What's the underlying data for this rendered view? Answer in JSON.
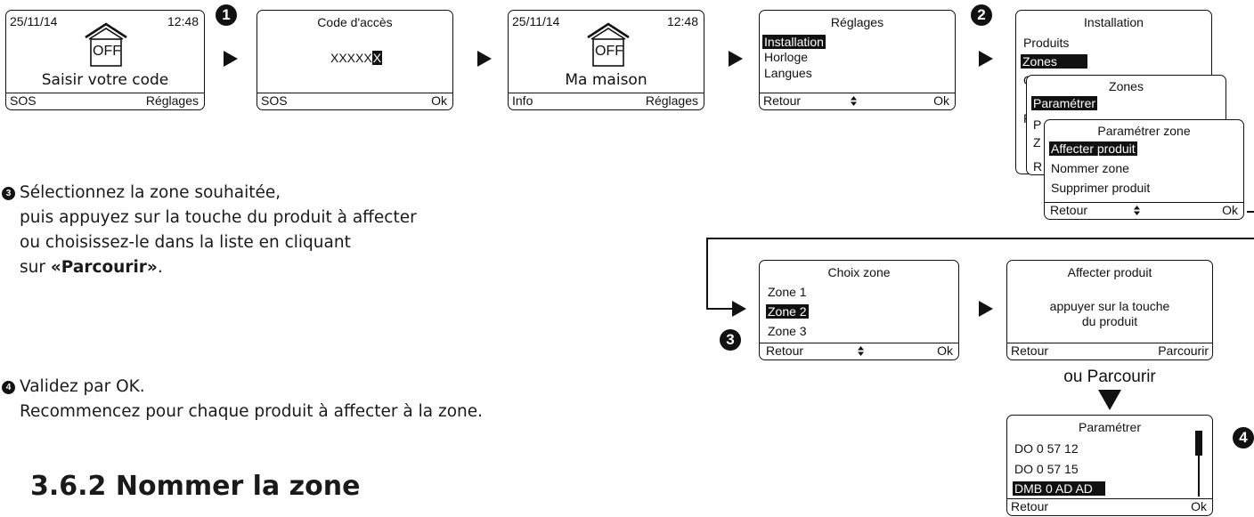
{
  "screen_home_code": {
    "date": "25/11/14",
    "time": "12:48",
    "status": "OFF",
    "message": "Saisir votre code",
    "soft_left": "SOS",
    "soft_right": "Réglages"
  },
  "screen_code": {
    "title": "Code d'accès",
    "code": "XXXXX",
    "cursor": "X",
    "soft_left": "SOS",
    "soft_right": "Ok"
  },
  "screen_home": {
    "date": "25/11/14",
    "time": "12:48",
    "status": "OFF",
    "message": "Ma maison",
    "soft_left": "Info",
    "soft_right": "Réglages"
  },
  "screen_reglages": {
    "title": "Réglages",
    "items": [
      "Installation",
      "Horloge",
      "Langues"
    ],
    "soft_left": "Retour",
    "soft_right": "Ok"
  },
  "screen_installation": {
    "title": "Installation",
    "items": [
      "Produits",
      "Zones",
      "O"
    ],
    "soft_left": "R"
  },
  "screen_zones": {
    "title": "Zones",
    "items": [
      "Paramétrer",
      "P",
      "Z"
    ],
    "soft_left": "R"
  },
  "screen_parametrer_zone": {
    "title": "Paramétrer zone",
    "items": [
      "Affecter produit",
      "Nommer zone",
      "Supprimer produit"
    ],
    "soft_left": "Retour",
    "soft_right": "Ok"
  },
  "screen_choix_zone": {
    "title": "Choix zone",
    "items": [
      "Zone 1",
      "Zone 2",
      "Zone 3"
    ],
    "soft_left": "Retour",
    "soft_right": "Ok"
  },
  "screen_affecter": {
    "title": "Affecter produit",
    "body_line1": "appuyer sur la touche",
    "body_line2": "du produit",
    "soft_left": "Retour",
    "soft_right": "Parcourir"
  },
  "ou_parcourir": "ou Parcourir",
  "screen_parametrer": {
    "title": "Paramétrer",
    "items": [
      "DO 0 57 12",
      "DO 0 57 15",
      "DMB 0 AD AD"
    ],
    "soft_left": "Retour",
    "soft_right": "Ok"
  },
  "steps": {
    "s1": "1",
    "s2": "2",
    "s3": "3",
    "s4": "4"
  },
  "instructions": {
    "step3_number": "3",
    "step3_lines": [
      "Sélectionnez la zone souhaitée,",
      "puis appuyez sur la touche du produit à affecter",
      "ou choisissez-le dans la liste en cliquant"
    ],
    "step3_last_prefix": "sur ",
    "step3_last_bold": "«Parcourir»",
    "step3_last_suffix": ".",
    "step4_number": "4",
    "step4_lines": [
      "Validez par OK.",
      "Recommencez pour chaque produit à affecter à la zone."
    ]
  },
  "section_title": "3.6.2 Nommer la zone"
}
